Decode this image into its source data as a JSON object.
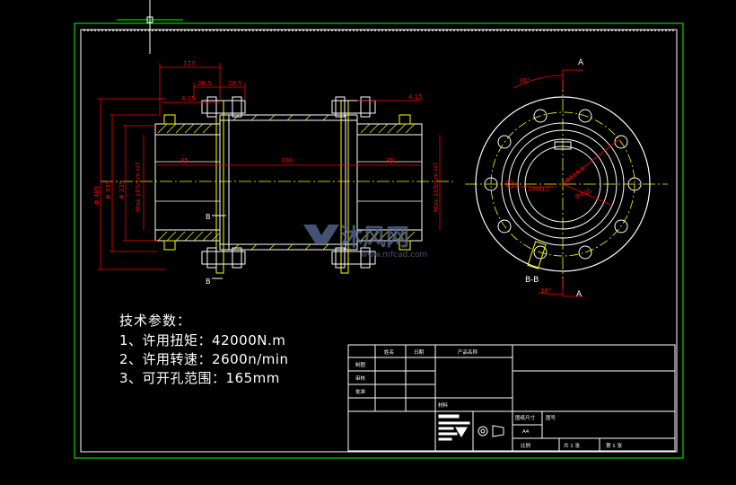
{
  "colors": {
    "background": "#000000",
    "frame": "#00ff00",
    "outline": "#ffffff",
    "part": "#ffff00",
    "dimension": "#ff0000",
    "center": "#ffff00",
    "watermark": "#5a6e9a"
  },
  "dimensions": {
    "top_width": "123",
    "top_left": "28.5",
    "top_right": "28.5",
    "gap_left": "4.15",
    "gap_right": "4.15",
    "hub_left": "35",
    "spacer": "300",
    "hub_right": "35",
    "dia_outer": "Φ 485",
    "dia_flange": "Φ 335",
    "dia_hub": "Φ 235",
    "bore_left": "Max 165mm H7",
    "bore_right": "Max 165mm H7"
  },
  "end_view": {
    "angle_top": "36°",
    "angle_bottom": "18°",
    "pcd": "Φ514.8",
    "inner": "Φ430",
    "bolt": "2XM12",
    "section_a_top": "A",
    "section_a_bottom": "A",
    "section_b": "B",
    "section_b2": "B",
    "section_bb": "B-B"
  },
  "tech": {
    "title": "技术参数：",
    "lines": [
      "1、许用扭矩：42000N.m",
      "2、许用转速：2600n/min",
      "3、可开孔范围：165mm"
    ]
  },
  "title_block": {
    "name_col": "姓名",
    "date_col": "日期",
    "product_name": "产品名称",
    "drawn": "制图",
    "check": "审核",
    "approve": "批准",
    "material": "材料",
    "paper_size_label": "图纸尺寸",
    "paper_size": "A4",
    "drawing_no": "图号",
    "scale": "比例",
    "total_sheets": "共 1 张",
    "sheet": "第 1 张"
  },
  "watermark": {
    "brand": "沐风网",
    "url": "www.mfcad.com"
  }
}
